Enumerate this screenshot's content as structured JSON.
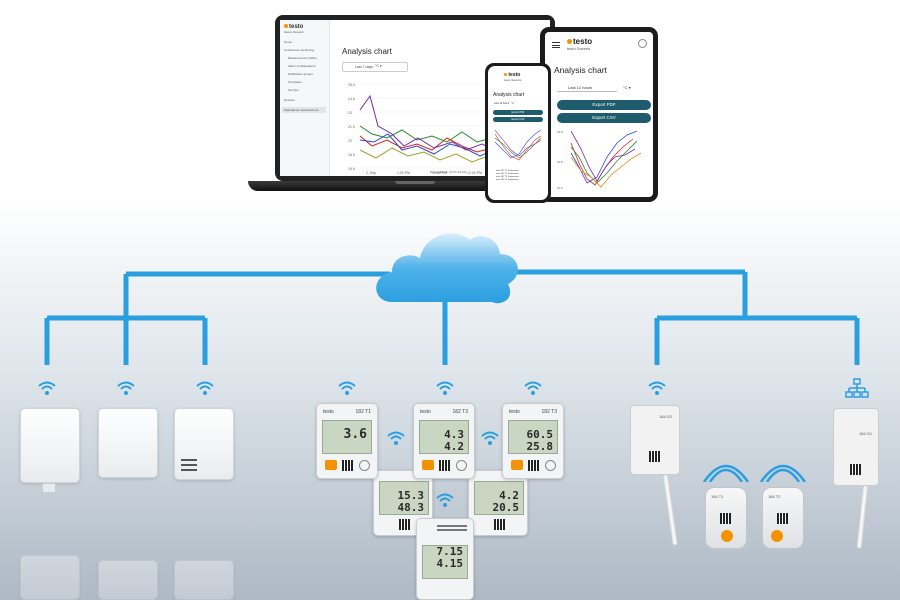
{
  "laptop": {
    "brand": "testo",
    "brand_sub": "Saveris Research",
    "title": "Analysis chart",
    "range_select": "Last 7 days",
    "unit_select": "°C",
    "nav": [
      "Home",
      "Continuous monitoring",
      "Measurement profiles",
      "Alarm configurations",
      "Notification groups",
      "Templates",
      "Set-Ups",
      "Devices",
      "Standalone measurement"
    ],
    "y_ticks": [
      "25.4",
      "24.6",
      "23",
      "21.5",
      "20",
      "18.5",
      "15.6"
    ],
    "x_ticks": [
      "2. Sep",
      "1:00 PM",
      "12:00 PM",
      "12:00 PM",
      "3. Sep",
      "4:00 PM"
    ],
    "x_caption": "Europe/Berlin (UTC+01:00)",
    "footer": "testo 182 T1"
  },
  "tablet": {
    "brand": "testo",
    "sub": "testo Saveris",
    "title": "Analysis chart",
    "range_select": "Last 12 hours",
    "unit_select": "°C",
    "buttons": [
      "Export PDF",
      "Export CSV"
    ],
    "y_ticks": [
      "26.8",
      "20.8",
      "20.3"
    ]
  },
  "phone": {
    "brand": "testo",
    "sub": "testo Saveris",
    "title": "Analysis chart",
    "range_select": "Last 12 hours",
    "unit_select": "°C",
    "buttons": [
      "Export PDF",
      "Export CSV"
    ],
    "legend": [
      "testo 182 T1 Temperature",
      "testo 182 T2 Temperature",
      "testo 182 T3 Temperature",
      "testo 182 T4 Temperature"
    ]
  },
  "loggers": {
    "brand": "testo",
    "top_left": {
      "model": "182 T1",
      "values": [
        "3.6"
      ]
    },
    "top_mid": {
      "model": "182 T3",
      "values": [
        "4.3",
        "4.2"
      ]
    },
    "top_right": {
      "model": "182 T3",
      "values": [
        "60.5",
        "25.8"
      ]
    },
    "mid_left": {
      "values": [
        "15.3",
        "48.3"
      ]
    },
    "mid_right": {
      "values": [
        "4.2",
        "20.5"
      ]
    },
    "bottom": {
      "values": [
        "7.15",
        "4.15"
      ]
    }
  },
  "right_devices": {
    "gateway_model": "184 G2",
    "round1": "184 T1",
    "round2": "184 T2",
    "tower_model": "184 G1"
  },
  "colors": {
    "network_line": "#2a9fe0",
    "export_button": "#1e5b6d",
    "brand_orange": "#f39200"
  },
  "icons": [
    "cloud-icon",
    "wifi-icon",
    "network-hierarchy-icon"
  ]
}
